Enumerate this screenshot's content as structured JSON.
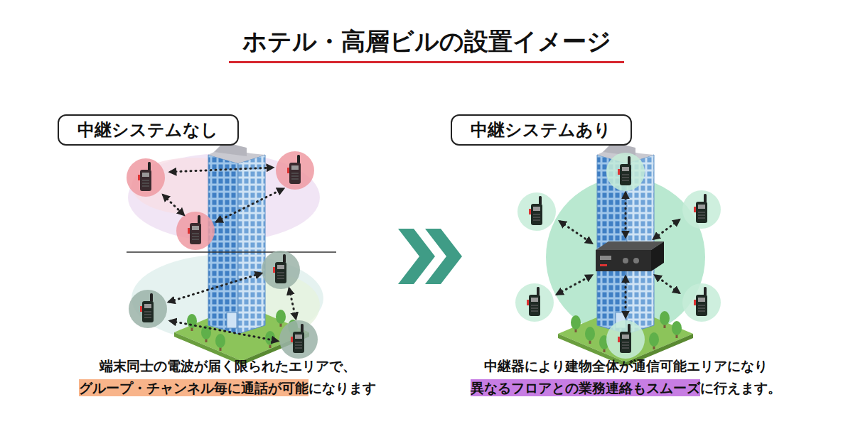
{
  "diagram": {
    "title": "ホテル・高層ビルの設置イメージ",
    "nodes": [
      {
        "text": [
          "中継システムなし"
        ]
      },
      {
        "text": [
          "中継システムあり"
        ]
      }
    ],
    "labels": [
      "端末同士の電波が届く限られたエリアで、",
      "グループ・チャンネル毎に通話が可能",
      "になります",
      "中継器により建物全体が通信可能エリアになり",
      "異なるフロアとの業務連絡もスムーズ",
      "に行えます。"
    ]
  }
}
